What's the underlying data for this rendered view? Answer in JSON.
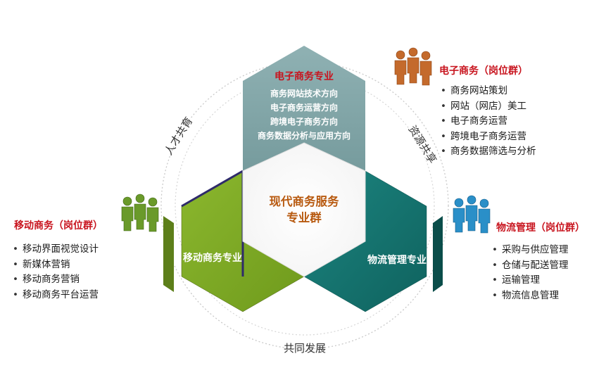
{
  "center": {
    "line1": "现代商务服务",
    "line2": "专业群"
  },
  "top_major": {
    "title": "电子商务专业",
    "directions": [
      "商务网站技术方向",
      "电子商务运营方向",
      "跨境电子商务方向",
      "商务数据分析与应用方向"
    ]
  },
  "left_major": {
    "title": "移动商务专业"
  },
  "right_major": {
    "title": "物流管理专业"
  },
  "ring_labels": {
    "left": "人才共育",
    "right": "资源共享",
    "bottom": "共同发展"
  },
  "ecommerce_jobs": {
    "title": "电子商务（岗位群）",
    "items": [
      "商务网站策划",
      "网站（网店）美工",
      "电子商务运营",
      "跨境电子商务运营",
      "商务数据筛选与分析"
    ]
  },
  "mobile_jobs": {
    "title": "移动商务（岗位群）",
    "items": [
      "移动界面视觉设计",
      "新媒体营销",
      "移动商务营销",
      "移动商务平台运营"
    ]
  },
  "logistics_jobs": {
    "title": "物流管理（岗位群）",
    "items": [
      "采购与供应管理",
      "仓储与配送管理",
      "运输管理",
      "物流信息管理"
    ]
  },
  "colors": {
    "top_hex": "#7fa3a5",
    "left_hex": "#7ea825",
    "right_hex": "#167672",
    "title_red": "#c8141e",
    "center_text": "#b85a10",
    "people_orange": "#c46a2c",
    "people_green": "#6a9a2a",
    "people_blue": "#2a8fc8"
  },
  "icons": [
    "people-group-orange-icon",
    "people-group-green-icon",
    "people-group-blue-icon"
  ]
}
